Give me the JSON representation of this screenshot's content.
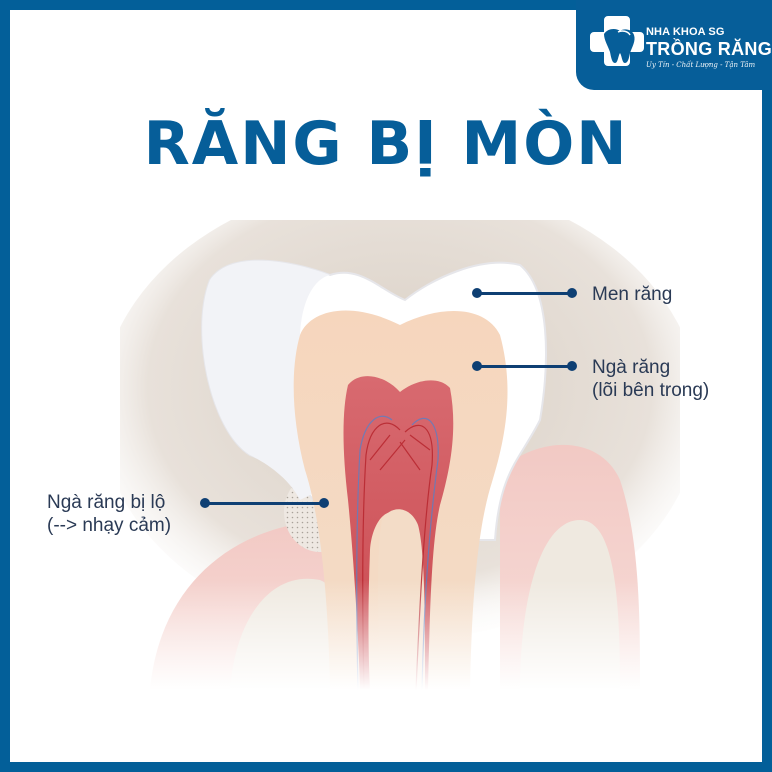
{
  "logo": {
    "line1": "NHA KHOA SG",
    "line2": "TRỒNG RĂNG",
    "tagline": "Uy Tín - Chất Lượng - Tận Tâm",
    "icon": "cross-tooth-icon",
    "background_color": "#065e99"
  },
  "title": "RĂNG BỊ MÒN",
  "diagram": {
    "subject": "tooth-cross-section",
    "labels": [
      {
        "text": "Men răng",
        "target": "enamel"
      },
      {
        "line1": "Ngà răng",
        "line2": "(lõi bên trong)",
        "target": "dentin"
      },
      {
        "line1": "Ngà răng bị lộ",
        "line2": "(--> nhạy cảm)",
        "target": "exposed-dentin"
      }
    ]
  },
  "colors": {
    "brand_blue": "#035f99",
    "label_text": "#2a3a55",
    "connector": "#0e3f73"
  }
}
